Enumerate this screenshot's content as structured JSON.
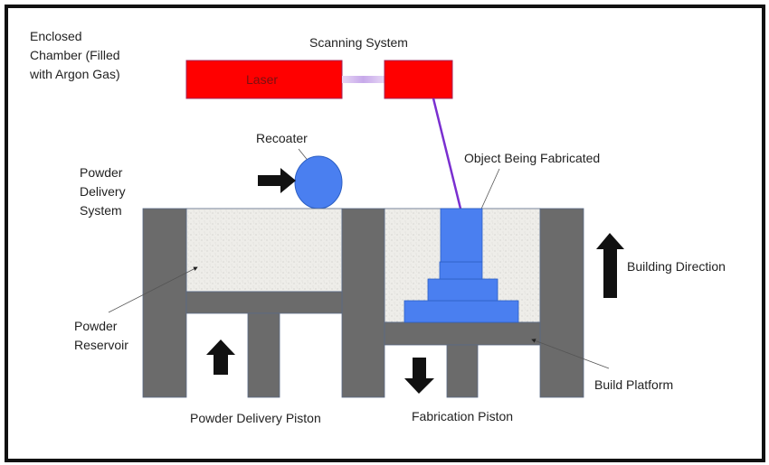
{
  "labels": {
    "chamber": [
      "Enclosed",
      "Chamber (Filled",
      "with Argon Gas)"
    ],
    "scanning_system": "Scanning System",
    "laser": "Laser",
    "recoater": "Recoater",
    "object": "Object Being Fabricated",
    "powder_delivery_system": [
      "Powder",
      "Delivery",
      "System"
    ],
    "powder_reservoir": [
      "Powder",
      "Reservoir"
    ],
    "building_direction": "Building Direction",
    "build_platform": "Build Platform",
    "powder_delivery_piston": "Powder Delivery Piston",
    "fabrication_piston": "Fabrication Piston"
  },
  "colors": {
    "laser": "#ff0000",
    "object": "#4a7ff0",
    "walls": "#6b6b6b",
    "powder": "#ecebe8",
    "beam": "#7a2fd0",
    "arrows": "#111111"
  }
}
